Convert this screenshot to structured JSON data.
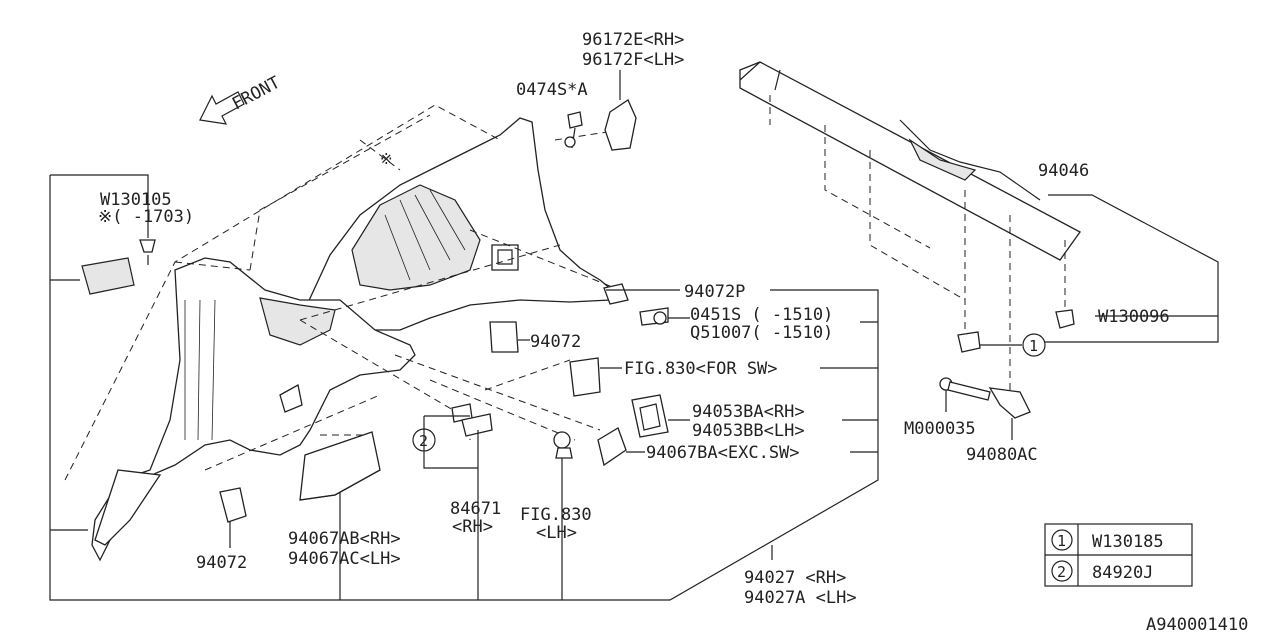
{
  "front_label": "FRONT",
  "labels": {
    "p96172e": "96172E<RH>",
    "p96172f": "96172F<LH>",
    "p0474s": "0474S*A",
    "pw130105": "W130105",
    "pw130105_note": "※(  -1703)",
    "pasterisk": "※",
    "p94072p": "94072P",
    "p0451s": "0451S (  -1510)",
    "pq51007": "Q51007(  -1510)",
    "p94072_a": "94072",
    "pfig830_sw": "FIG.830<FOR SW>",
    "p94053ba": "94053BA<RH>",
    "p94053bb": "94053BB<LH>",
    "p94067ba": "94067BA<EXC.SW>",
    "p84671": "84671",
    "p84671_rh": "<RH>",
    "pfig830_lh": "FIG.830",
    "pfig830_lh2": "<LH>",
    "p94072_b": "94072",
    "p94067ab": "94067AB<RH>",
    "p94067ac": "94067AC<LH>",
    "p94027": "94027  <RH>",
    "p94027a": "94027A <LH>",
    "p94046": "94046",
    "pw130096": "W130096",
    "pm000035": "M000035",
    "p94080ac": "94080AC",
    "callout1": "1",
    "callout2": "2"
  },
  "legend": [
    {
      "num": "1",
      "part": "W130185"
    },
    {
      "num": "2",
      "part": "84920J"
    }
  ],
  "diagram_id": "A940001410"
}
